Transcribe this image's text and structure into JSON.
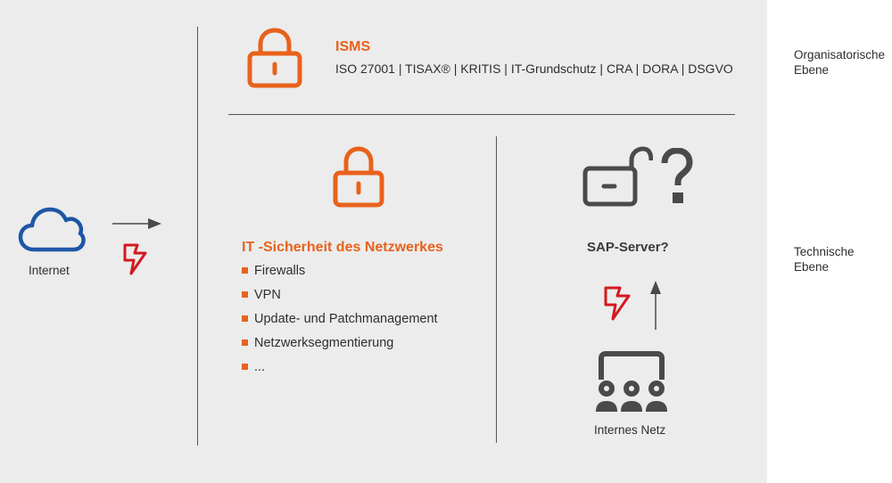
{
  "colors": {
    "accent_orange": "#e8621c",
    "cloud_blue": "#1e56a6",
    "threat_red": "#d4191f",
    "icon_gray": "#4a4a4a",
    "panel_bg": "#ececec"
  },
  "internet": {
    "label": "Internet",
    "icon": "cloud-icon"
  },
  "isms": {
    "title": "ISMS",
    "standards": "ISO 27001 | TISAX® | KRITIS | IT-Grundschutz | CRA | DORA | DSGVO",
    "icon": "lock-closed-icon"
  },
  "levels": {
    "organisational": {
      "line1": "Organisatorische",
      "line2": "Ebene"
    },
    "technical": {
      "line1": "Technische",
      "line2": "Ebene"
    }
  },
  "network_security": {
    "title": "IT -Sicherheit des Netzwerkes",
    "icon": "lock-closed-icon",
    "items": [
      "Firewalls",
      "VPN",
      "Update- und Patchmanagement",
      "Netzwerksegmentierung",
      "..."
    ]
  },
  "sap": {
    "title": "SAP-Server?",
    "icon": "lock-open-question-icon"
  },
  "internal": {
    "label": "Internes Netz",
    "icon": "network-users-icon"
  }
}
